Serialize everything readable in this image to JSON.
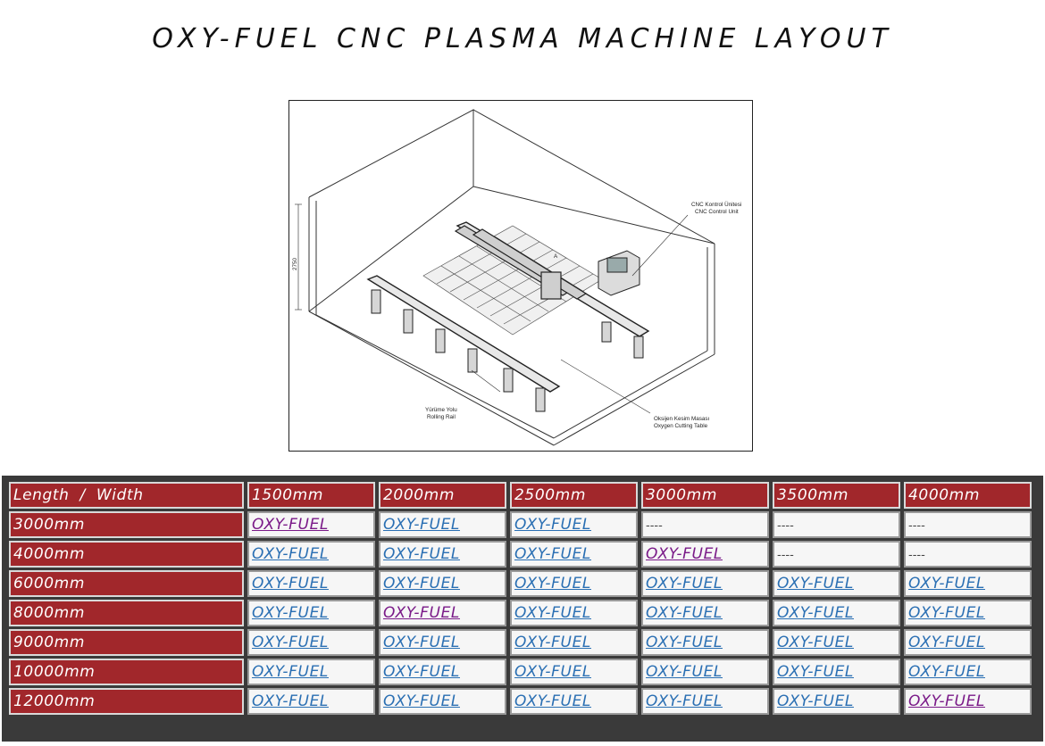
{
  "title": "OXY-FUEL CNC PLASMA MACHINE LAYOUT",
  "drawing": {
    "callout_control_line1": "CNC Kontrol Ünitesi",
    "callout_control_line2": "CNC Control Unit",
    "callout_rail_line1": "Yürüme Yolu",
    "callout_rail_line2": "Rolling Rail",
    "callout_table_line1": "Oksijen Kesim Masası",
    "callout_table_line2": "Oxygen Cutting Table",
    "height_dimension": "2750",
    "view_marker": "A"
  },
  "table": {
    "corner_header": "Length  /  Width",
    "width_headers": [
      "1500mm",
      "2000mm",
      "2500mm",
      "3000mm",
      "3500mm",
      "4000mm"
    ],
    "rows": [
      {
        "length": "3000mm",
        "cells": [
          {
            "t": "OXY-FUEL",
            "v": true
          },
          {
            "t": "OXY-FUEL",
            "v": false
          },
          {
            "t": "OXY-FUEL",
            "v": false
          },
          {
            "t": "----",
            "dash": true
          },
          {
            "t": "----",
            "dash": true
          },
          {
            "t": "----",
            "dash": true
          }
        ]
      },
      {
        "length": "4000mm",
        "cells": [
          {
            "t": "OXY-FUEL",
            "v": false
          },
          {
            "t": "OXY-FUEL",
            "v": false
          },
          {
            "t": "OXY-FUEL",
            "v": false
          },
          {
            "t": "OXY-FUEL",
            "v": true
          },
          {
            "t": "----",
            "dash": true
          },
          {
            "t": "----",
            "dash": true
          }
        ]
      },
      {
        "length": "6000mm",
        "cells": [
          {
            "t": "OXY-FUEL",
            "v": false
          },
          {
            "t": "OXY-FUEL",
            "v": false
          },
          {
            "t": "OXY-FUEL",
            "v": false
          },
          {
            "t": "OXY-FUEL",
            "v": false
          },
          {
            "t": "OXY-FUEL",
            "v": false
          },
          {
            "t": "OXY-FUEL",
            "v": false
          }
        ]
      },
      {
        "length": "8000mm",
        "cells": [
          {
            "t": "OXY-FUEL",
            "v": false
          },
          {
            "t": "OXY-FUEL",
            "v": true
          },
          {
            "t": "OXY-FUEL",
            "v": false
          },
          {
            "t": "OXY-FUEL",
            "v": false
          },
          {
            "t": "OXY-FUEL",
            "v": false
          },
          {
            "t": "OXY-FUEL",
            "v": false
          }
        ]
      },
      {
        "length": "9000mm",
        "cells": [
          {
            "t": "OXY-FUEL",
            "v": false
          },
          {
            "t": "OXY-FUEL",
            "v": false
          },
          {
            "t": "OXY-FUEL",
            "v": false
          },
          {
            "t": "OXY-FUEL",
            "v": false
          },
          {
            "t": "OXY-FUEL",
            "v": false
          },
          {
            "t": "OXY-FUEL",
            "v": false
          }
        ]
      },
      {
        "length": "10000mm",
        "cells": [
          {
            "t": "OXY-FUEL",
            "v": false
          },
          {
            "t": "OXY-FUEL",
            "v": false
          },
          {
            "t": "OXY-FUEL",
            "v": false
          },
          {
            "t": "OXY-FUEL",
            "v": false
          },
          {
            "t": "OXY-FUEL",
            "v": false
          },
          {
            "t": "OXY-FUEL",
            "v": false
          }
        ]
      },
      {
        "length": "12000mm",
        "cells": [
          {
            "t": "OXY-FUEL",
            "v": false
          },
          {
            "t": "OXY-FUEL",
            "v": false
          },
          {
            "t": "OXY-FUEL",
            "v": false
          },
          {
            "t": "OXY-FUEL",
            "v": false
          },
          {
            "t": "OXY-FUEL",
            "v": false
          },
          {
            "t": "OXY-FUEL",
            "v": true
          }
        ]
      }
    ]
  },
  "colors": {
    "header_bg": "#a1272b",
    "link": "#2a6fb3",
    "link_visited": "#7a1a88",
    "table_frame": "#3a3a3a"
  }
}
